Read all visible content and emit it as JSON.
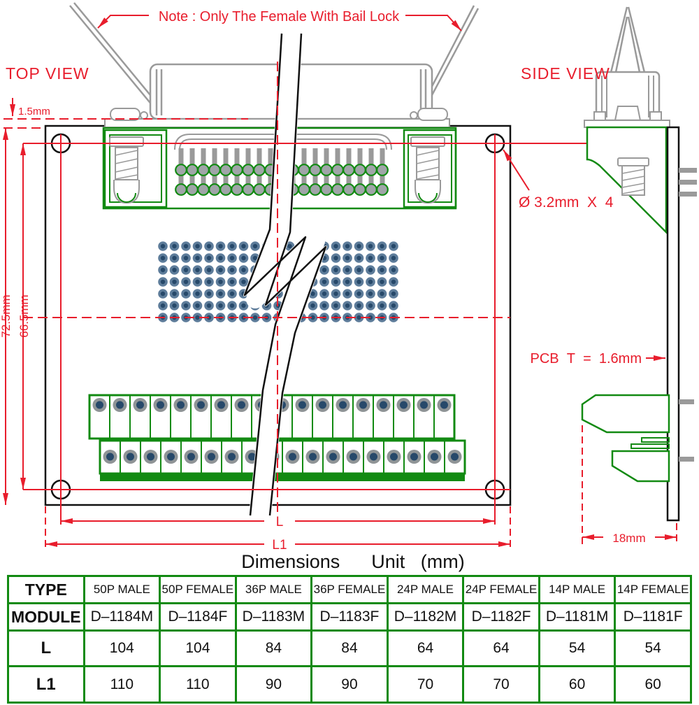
{
  "drawing": {
    "note": "Note : Only The Female With Bail Lock",
    "top_view_label": "TOP VIEW",
    "side_view_label": "SIDE VIEW",
    "units_caption": "Dimensions      Unit   (mm)",
    "dims": {
      "flange_offset": "1.5mm",
      "board_height": "72.5mm",
      "hole_span_height": "66.5mm",
      "mount_hole": "Ø 3.2mm  X  4",
      "pcb_thickness": "PCB  T  =  1.6mm",
      "length_l": "L",
      "length_l1": "L1",
      "side_width": "18mm"
    }
  },
  "colors": {
    "dimension_red": "#e81d2c",
    "drawing_green": "#128a12",
    "connector_gray": "#9a9a9a",
    "outline_black": "#111111",
    "pad_ring_blue": "#5d7c9a",
    "pad_core_navy": "#27496a",
    "terminal_ring_gray": "#8f9496"
  },
  "table": {
    "rows": [
      {
        "label": "TYPE",
        "cells": [
          "50P MALE",
          "50P FEMALE",
          "36P MALE",
          "36P FEMALE",
          "24P MALE",
          "24P FEMALE",
          "14P MALE",
          "14P FEMALE"
        ]
      },
      {
        "label": "MODULE",
        "cells": [
          "D–1184M",
          "D–1184F",
          "D–1183M",
          "D–1183F",
          "D–1182M",
          "D–1182F",
          "D–1181M",
          "D–1181F"
        ]
      },
      {
        "label": "L",
        "cells": [
          "104",
          "104",
          "84",
          "84",
          "64",
          "64",
          "54",
          "54"
        ]
      },
      {
        "label": "L1",
        "cells": [
          "110",
          "110",
          "90",
          "90",
          "70",
          "70",
          "60",
          "60"
        ]
      }
    ]
  }
}
